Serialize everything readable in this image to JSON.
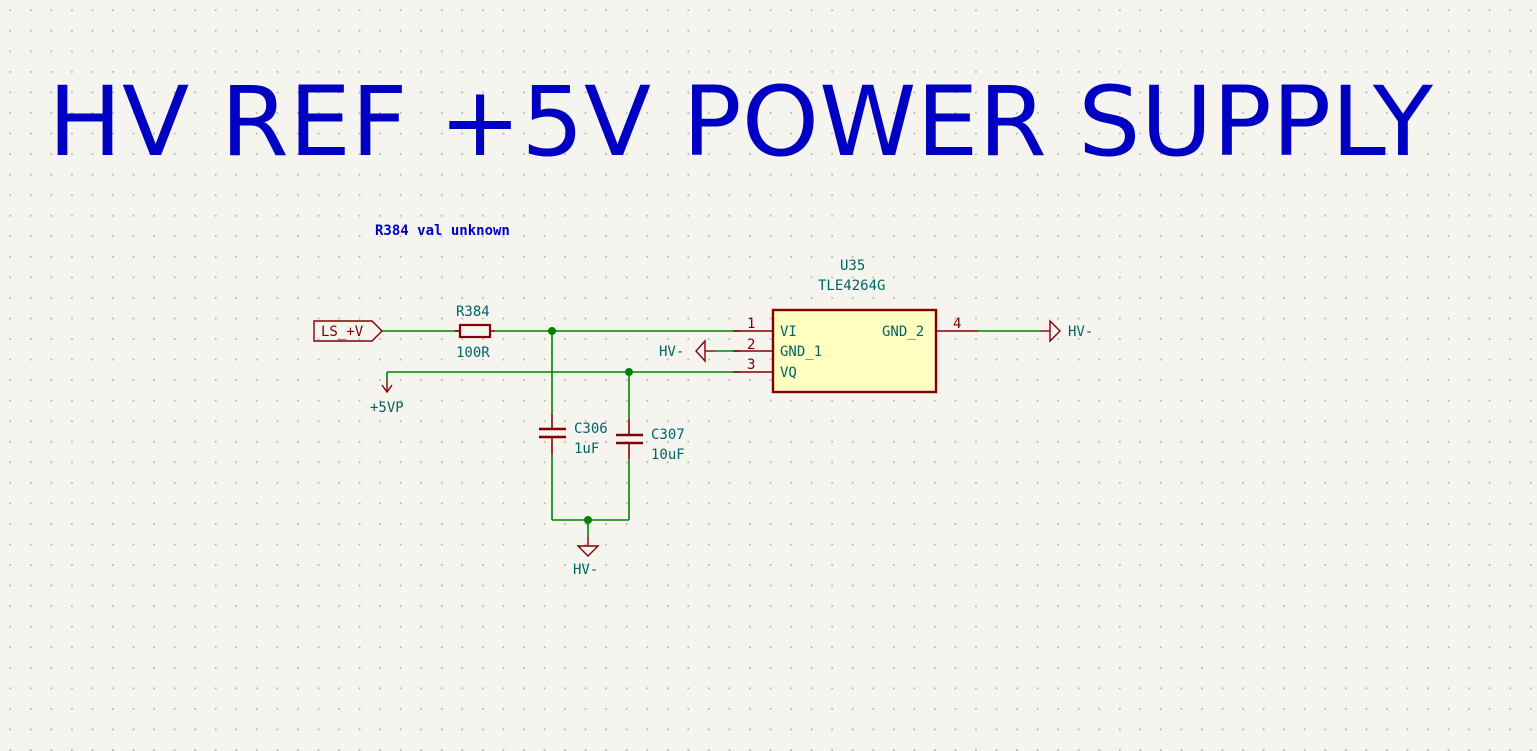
{
  "sheet": {
    "title": "HV REF +5V POWER SUPPLY",
    "note": "R384 val unknown",
    "colors": {
      "background": "#f5f4ef",
      "title_text": "#0000c2",
      "wire": "#008400",
      "component": "#840000",
      "label_text": "#006464",
      "ic_fill": "#ffffc2",
      "junction": "#008400"
    }
  },
  "components": {
    "u35": {
      "ref": "U35",
      "value": "TLE4264G",
      "pins": [
        {
          "number": "1",
          "name": "VI"
        },
        {
          "number": "2",
          "name": "GND_1"
        },
        {
          "number": "3",
          "name": "VQ"
        },
        {
          "number": "4",
          "name": "GND_2"
        }
      ]
    },
    "r384": {
      "ref": "R384",
      "value": "100R"
    },
    "c306": {
      "ref": "C306",
      "value": "1uF"
    },
    "c307": {
      "ref": "C307",
      "value": "10uF"
    }
  },
  "nets": {
    "input_label": "LS_+V",
    "output_power": "+5VP",
    "ground_pin2": "HV-",
    "ground_pin4": "HV-",
    "ground_caps": "HV-"
  }
}
